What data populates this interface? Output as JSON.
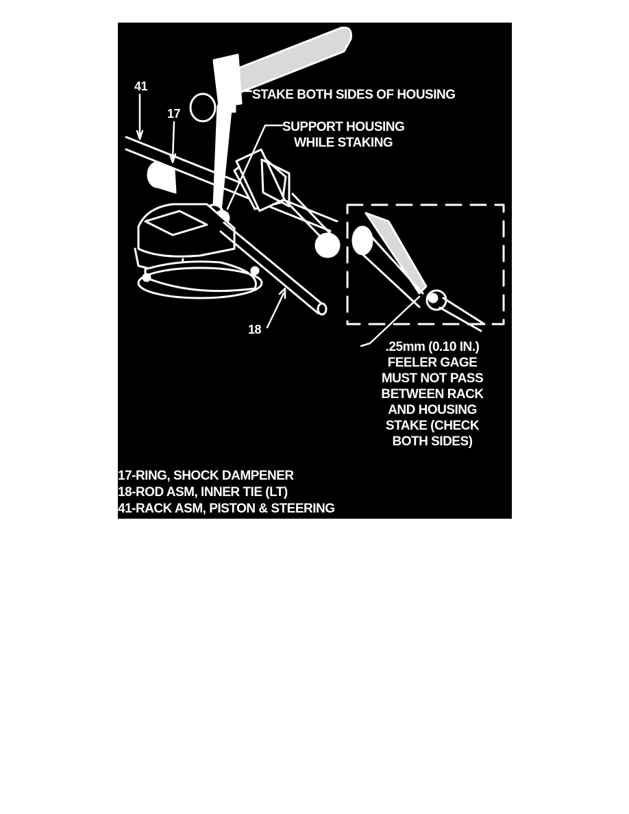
{
  "callouts": {
    "n41": "41",
    "n17": "17",
    "n18": "18"
  },
  "notes": {
    "stake": "STAKE BOTH SIDES OF HOUSING",
    "support_line1": "SUPPORT HOUSING",
    "support_line2": "WHILE STAKING",
    "feeler": [
      ".25mm (0.10 IN.)",
      "FEELER GAGE",
      "MUST NOT PASS",
      "BETWEEN RACK",
      "AND HOUSING",
      "STAKE (CHECK",
      "BOTH SIDES)"
    ]
  },
  "legend": [
    "17-RING, SHOCK DAMPENER",
    "18-ROD ASM, INNER TIE (LT)",
    "41-RACK ASM, PISTON & STEERING"
  ],
  "colors": {
    "background": "#000000",
    "ink": "#ffffff",
    "page": "#ffffff"
  }
}
